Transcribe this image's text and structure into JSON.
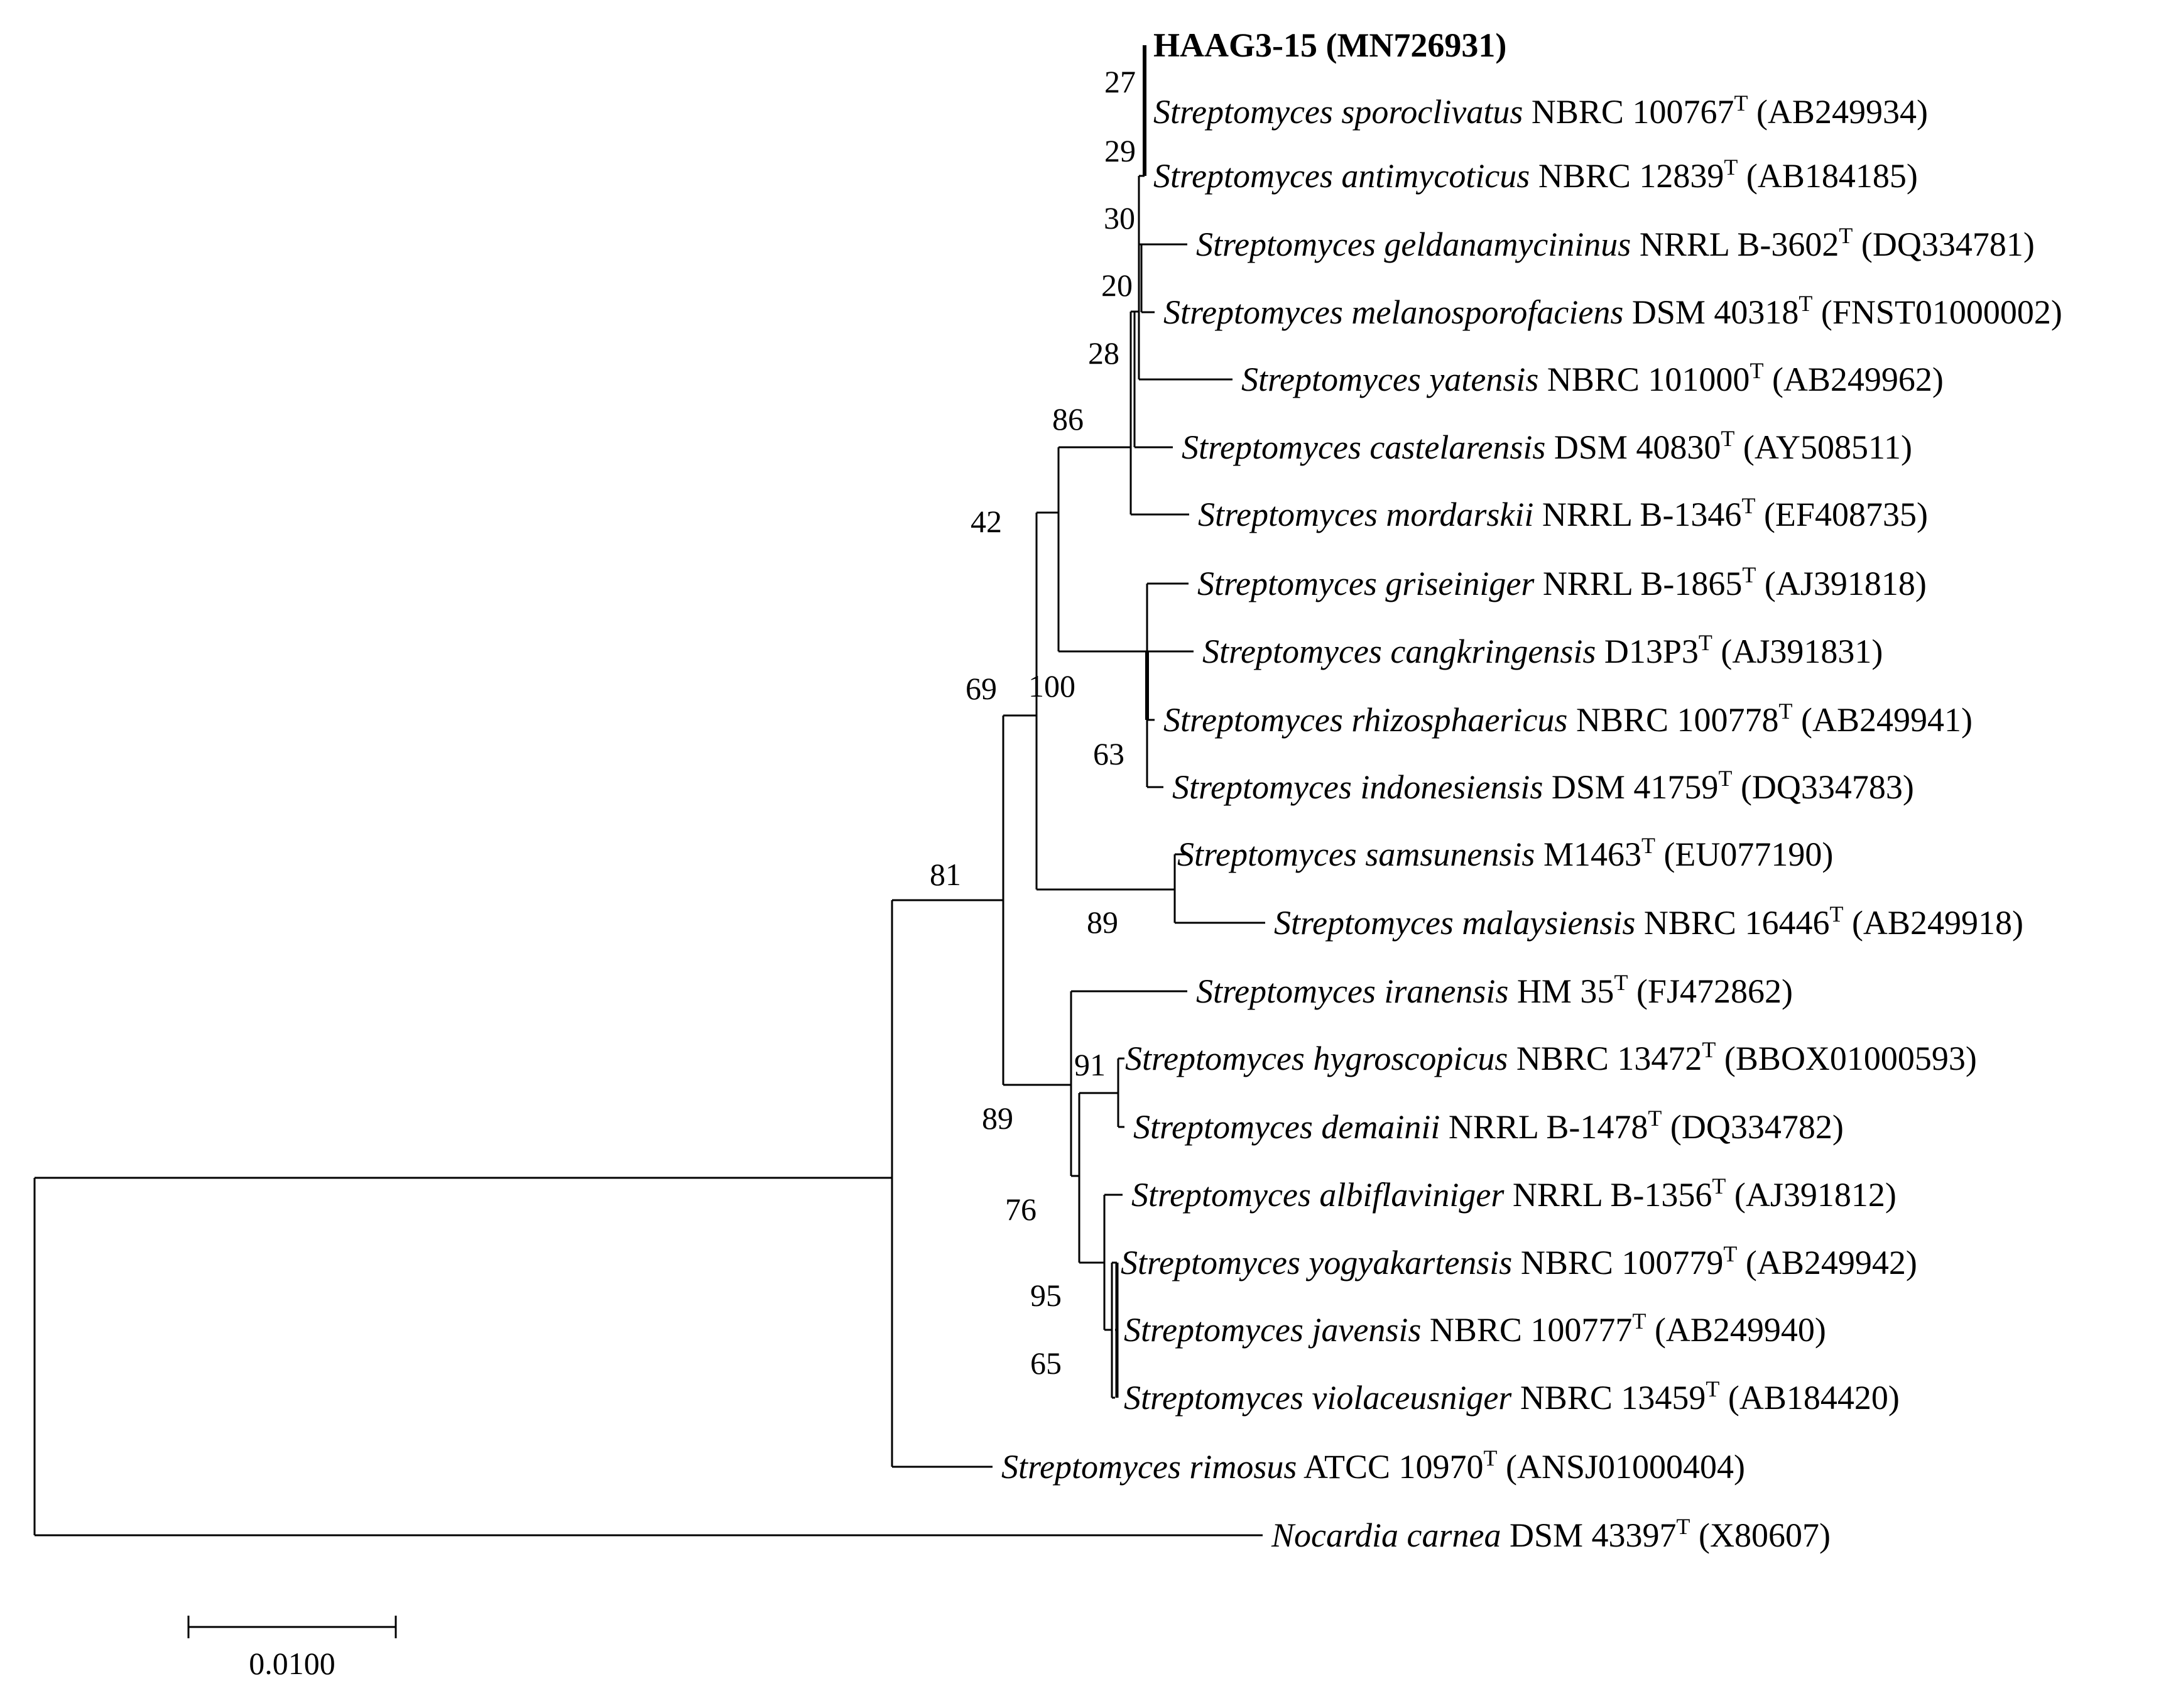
{
  "tree": {
    "leaves": [
      {
        "id": "haag",
        "taxon": "",
        "strain": "HAAG3-15 (MN726931)",
        "type_mark": "",
        "accession": "",
        "bold": true
      },
      {
        "id": "sporoclivatus",
        "taxon": "Streptomyces sporoclivatus",
        "strain": "NBRC 100767",
        "type_mark": "T",
        "accession": "(AB249934)"
      },
      {
        "id": "antimycoticus",
        "taxon": "Streptomyces antimycoticus",
        "strain": "NBRC 12839",
        "type_mark": "T",
        "accession": "(AB184185)"
      },
      {
        "id": "geldanamycininus",
        "taxon": "Streptomyces geldanamycininus",
        "strain": "NRRL B-3602",
        "type_mark": "T",
        "accession": "(DQ334781)"
      },
      {
        "id": "melanosporofaciens",
        "taxon": "Streptomyces melanosporofaciens",
        "strain": "DSM 40318",
        "type_mark": "T",
        "accession": "(FNST01000002)"
      },
      {
        "id": "yatensis",
        "taxon": "Streptomyces yatensis",
        "strain": "NBRC 101000",
        "type_mark": "T",
        "accession": "(AB249962)"
      },
      {
        "id": "castelarensis",
        "taxon": "Streptomyces castelarensis",
        "strain": "DSM 40830",
        "type_mark": "T",
        "accession": "(AY508511)"
      },
      {
        "id": "mordarskii",
        "taxon": "Streptomyces mordarskii",
        "strain": "NRRL B-1346",
        "type_mark": "T",
        "accession": "(EF408735)"
      },
      {
        "id": "griseiniger",
        "taxon": "Streptomyces griseiniger",
        "strain": "NRRL B-1865",
        "type_mark": "T",
        "accession": "(AJ391818)"
      },
      {
        "id": "cangkringensis",
        "taxon": "Streptomyces cangkringensis",
        "strain": "D13P3",
        "type_mark": "T",
        "accession": "(AJ391831)"
      },
      {
        "id": "rhizosphaericus",
        "taxon": "Streptomyces rhizosphaericus",
        "strain": "NBRC 100778",
        "type_mark": "T",
        "accession": "(AB249941)"
      },
      {
        "id": "indonesiensis",
        "taxon": "Streptomyces indonesiensis",
        "strain": "DSM 41759",
        "type_mark": "T",
        "accession": "(DQ334783)"
      },
      {
        "id": "samsunensis",
        "taxon": "Streptomyces samsunensis",
        "strain": "M1463",
        "type_mark": "T",
        "accession": "(EU077190)"
      },
      {
        "id": "malaysiensis",
        "taxon": "Streptomyces malaysiensis",
        "strain": "NBRC 16446",
        "type_mark": "T",
        "accession": "(AB249918)"
      },
      {
        "id": "iranensis",
        "taxon": "Streptomyces iranensis",
        "strain": "HM 35",
        "type_mark": "T",
        "accession": "(FJ472862)"
      },
      {
        "id": "hygroscopicus",
        "taxon": "Streptomyces hygroscopicus",
        "strain": "NBRC 13472",
        "type_mark": "T",
        "accession": "(BBOX01000593)"
      },
      {
        "id": "demainii",
        "taxon": "Streptomyces demainii",
        "strain": "NRRL B-1478",
        "type_mark": "T",
        "accession": "(DQ334782)"
      },
      {
        "id": "albiflaviniger",
        "taxon": "Streptomyces albiflaviniger",
        "strain": "NRRL B-1356",
        "type_mark": "T",
        "accession": "(AJ391812)"
      },
      {
        "id": "yogyakartensis",
        "taxon": "Streptomyces yogyakartensis",
        "strain": "NBRC 100779",
        "type_mark": "T",
        "accession": "(AB249942)"
      },
      {
        "id": "javensis",
        "taxon": "Streptomyces javensis",
        "strain": "NBRC 100777",
        "type_mark": "T",
        "accession": "(AB249940)"
      },
      {
        "id": "violaceusniger",
        "taxon": "Streptomyces violaceusniger",
        "strain": "NBRC 13459",
        "type_mark": "T",
        "accession": "(AB184420)"
      },
      {
        "id": "rimosus",
        "taxon": "Streptomyces rimosus",
        "strain": "ATCC 10970",
        "type_mark": "T",
        "accession": "(ANSJ01000404)"
      },
      {
        "id": "nocardia",
        "taxon": "Nocardia carnea",
        "strain": "DSM 43397",
        "type_mark": "T",
        "accession": "(X80607)"
      }
    ],
    "bootstrap_values": [
      "27",
      "29",
      "30",
      "20",
      "28",
      "86",
      "42",
      "100",
      "63",
      "69",
      "89",
      "81",
      "91",
      "89",
      "76",
      "95",
      "65"
    ],
    "scale_bar": {
      "label": "0.0100",
      "value": 0.01
    }
  },
  "colors": {
    "ink": "#000000",
    "background": "#ffffff"
  }
}
